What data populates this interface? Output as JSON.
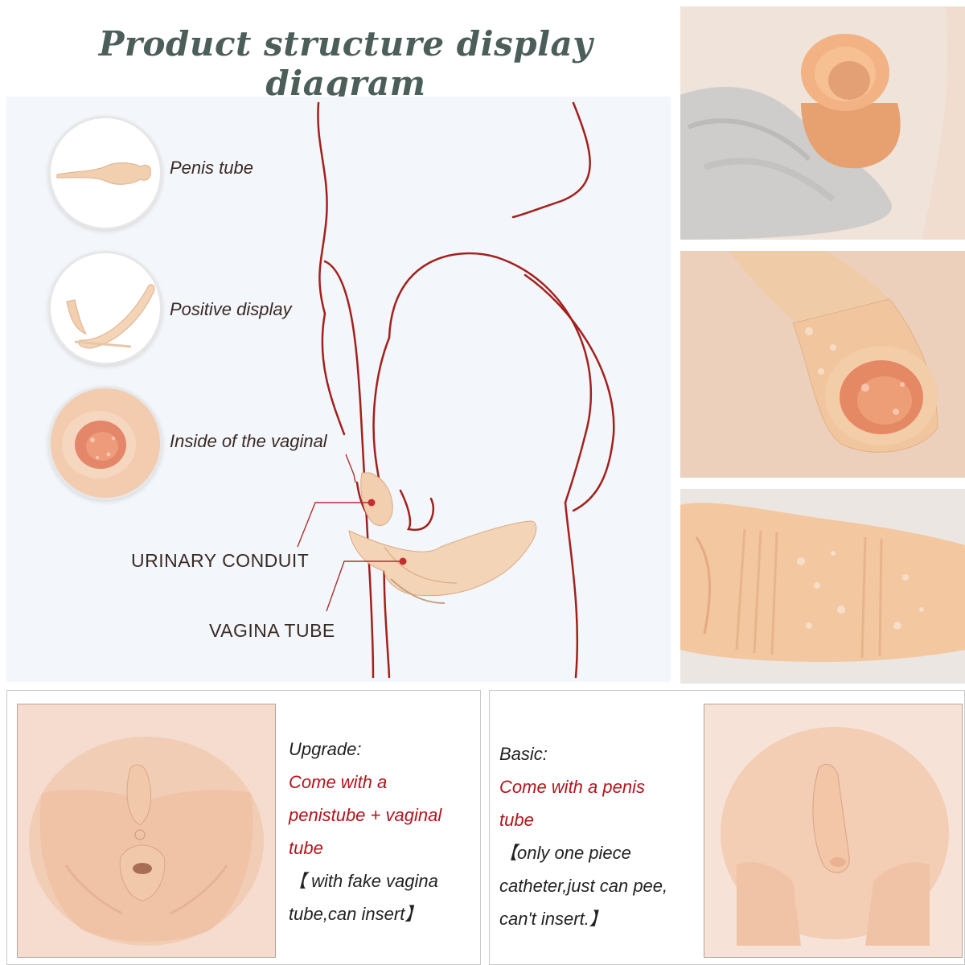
{
  "header": {
    "title": "Product structure display diagram"
  },
  "diagram": {
    "callouts": {
      "penis_tube": "Penis tube",
      "positive_display": "Positive display",
      "inside_vaginal": "Inside of the vaginal",
      "urinary_conduit": "URINARY CONDUIT",
      "vagina_tube": "VAGINA TUBE"
    },
    "outline_color": "#a3201c",
    "callout_color": "#b03030"
  },
  "options": {
    "upgrade": {
      "heading": "Upgrade:",
      "feature_lines": [
        "Come with a",
        "penistube + vaginal",
        "tube"
      ],
      "note_lines": [
        "【 with fake vagina",
        "tube,can insert】"
      ]
    },
    "basic": {
      "heading": "Basic:",
      "feature_lines": [
        "Come with a penis",
        "tube"
      ],
      "note_lines": [
        "【only one piece",
        "catheter,just can pee,",
        "can't insert.】"
      ]
    }
  },
  "colors": {
    "skin": "#f2c9a8",
    "skin_dark": "#e5a882",
    "inner_pink": "#e98a6c",
    "title": "#4b5e5a",
    "accent_red": "#b3141b"
  }
}
